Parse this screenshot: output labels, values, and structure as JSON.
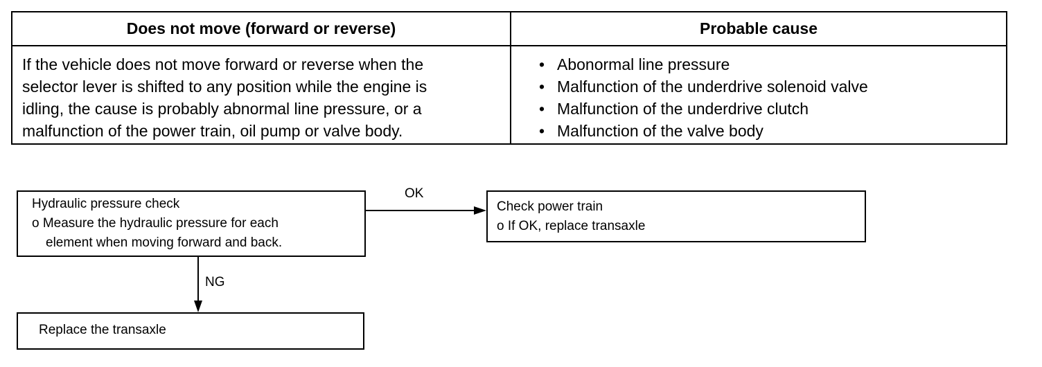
{
  "symptom_table": {
    "header_symptom": "Does not move (forward or reverse)",
    "header_cause": "Probable cause",
    "description_lines": [
      "If the vehicle does not move forward or reverse when the",
      "selector lever is shifted to any position while the engine is",
      "idling, the cause is probably abnormal line pressure, or a",
      "malfunction of the power train, oil pump or valve body."
    ],
    "bullet_glyph": "•",
    "causes": [
      "Abonormal line pressure",
      "Malfunction of the underdrive solenoid valve",
      "Malfunction of the underdrive clutch",
      "Malfunction of the valve body"
    ]
  },
  "flowchart": {
    "check_box": {
      "title": "Hydraulic pressure check",
      "line1": "o Measure the hydraulic pressure for each",
      "line2": "element when moving forward and back."
    },
    "ok_label": "OK",
    "ng_label": "NG",
    "power_train_box": {
      "title": "Check power train",
      "line1": "o If OK, replace transaxle"
    },
    "replace_box": {
      "title": "Replace the transaxle"
    }
  }
}
